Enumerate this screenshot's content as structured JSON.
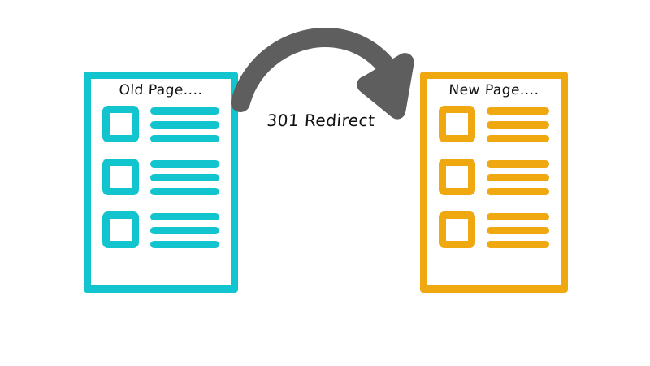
{
  "diagram": {
    "title_text_left": "Old Page....",
    "title_text_right": "New Page....",
    "connector_label": "301 Redirect",
    "background_color": "#FFFFFF",
    "arrow": {
      "name": "curved-redirect-arrow",
      "color": "#5E5E5E",
      "direction": "left-to-right-arc"
    },
    "pages": [
      {
        "id": "old-page",
        "title": "Old Page....",
        "accent_color": "#12C4CE",
        "rows": [
          {
            "square": "thumbnail-placeholder",
            "lines": 3
          },
          {
            "square": "thumbnail-placeholder",
            "lines": 3
          },
          {
            "square": "thumbnail-placeholder",
            "lines": 3
          }
        ]
      },
      {
        "id": "new-page",
        "title": "New Page....",
        "accent_color": "#F0A810",
        "rows": [
          {
            "square": "thumbnail-placeholder",
            "lines": 3
          },
          {
            "square": "thumbnail-placeholder",
            "lines": 3
          },
          {
            "square": "thumbnail-placeholder",
            "lines": 3
          }
        ]
      }
    ]
  }
}
